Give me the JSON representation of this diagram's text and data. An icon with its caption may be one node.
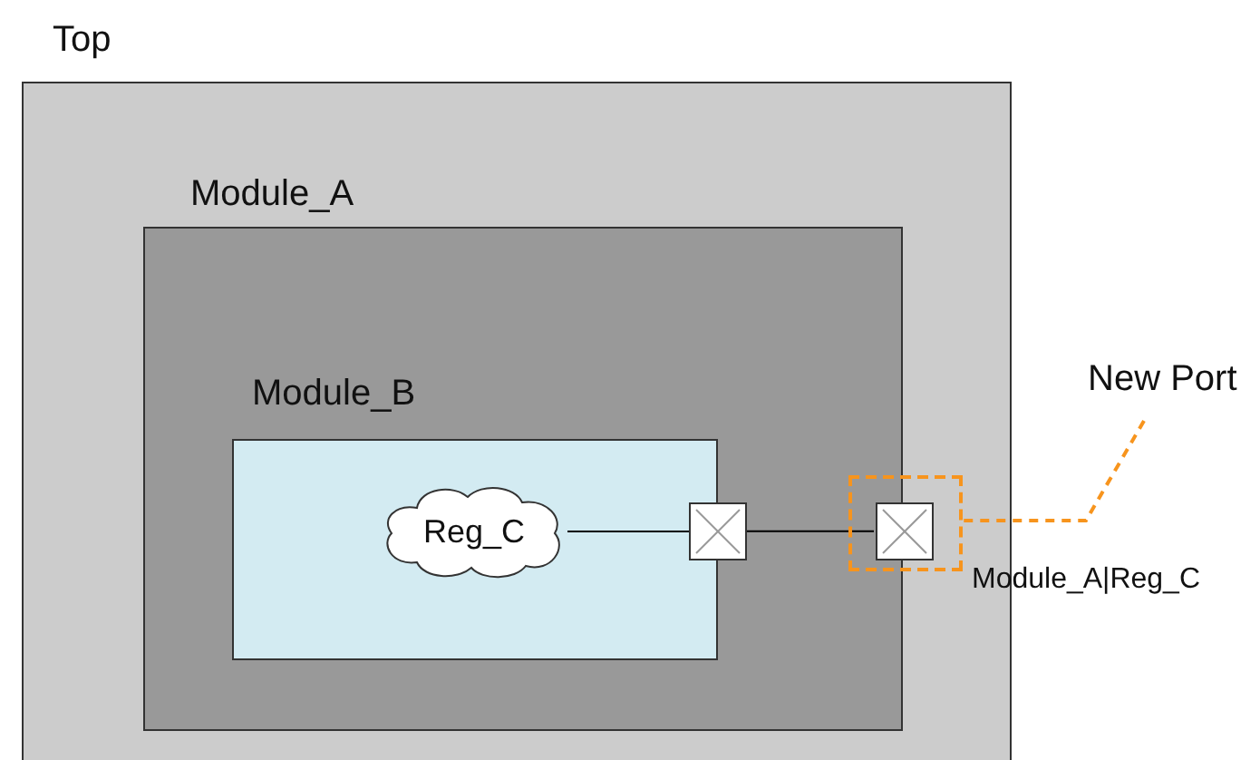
{
  "diagram": {
    "nodes": [
      {
        "text": [
          "Top"
        ]
      },
      {
        "text": [
          "Module_A"
        ],
        "in": 0
      },
      {
        "text": [
          "Module_B"
        ],
        "in": 1
      },
      {
        "text": [
          "Reg_C"
        ],
        "in": 2
      },
      {
        "text": [],
        "shape": "box",
        "in": 1
      },
      {
        "text": [],
        "shape": "box",
        "in": 0,
        "beside": [
          "Module_A|Reg_C"
        ]
      },
      {
        "text": [],
        "shape": "box",
        "in": 5
      },
      {
        "text": [
          "New Port"
        ]
      }
    ],
    "edges": [
      {
        "from": 3,
        "to": 4,
        "arrow": "none"
      },
      {
        "from": 4,
        "to": 6,
        "arrow": "none"
      },
      {
        "from": 7,
        "to": 5,
        "arrow": "none",
        "style": "dashed",
        "color": "#f7941d"
      }
    ]
  }
}
